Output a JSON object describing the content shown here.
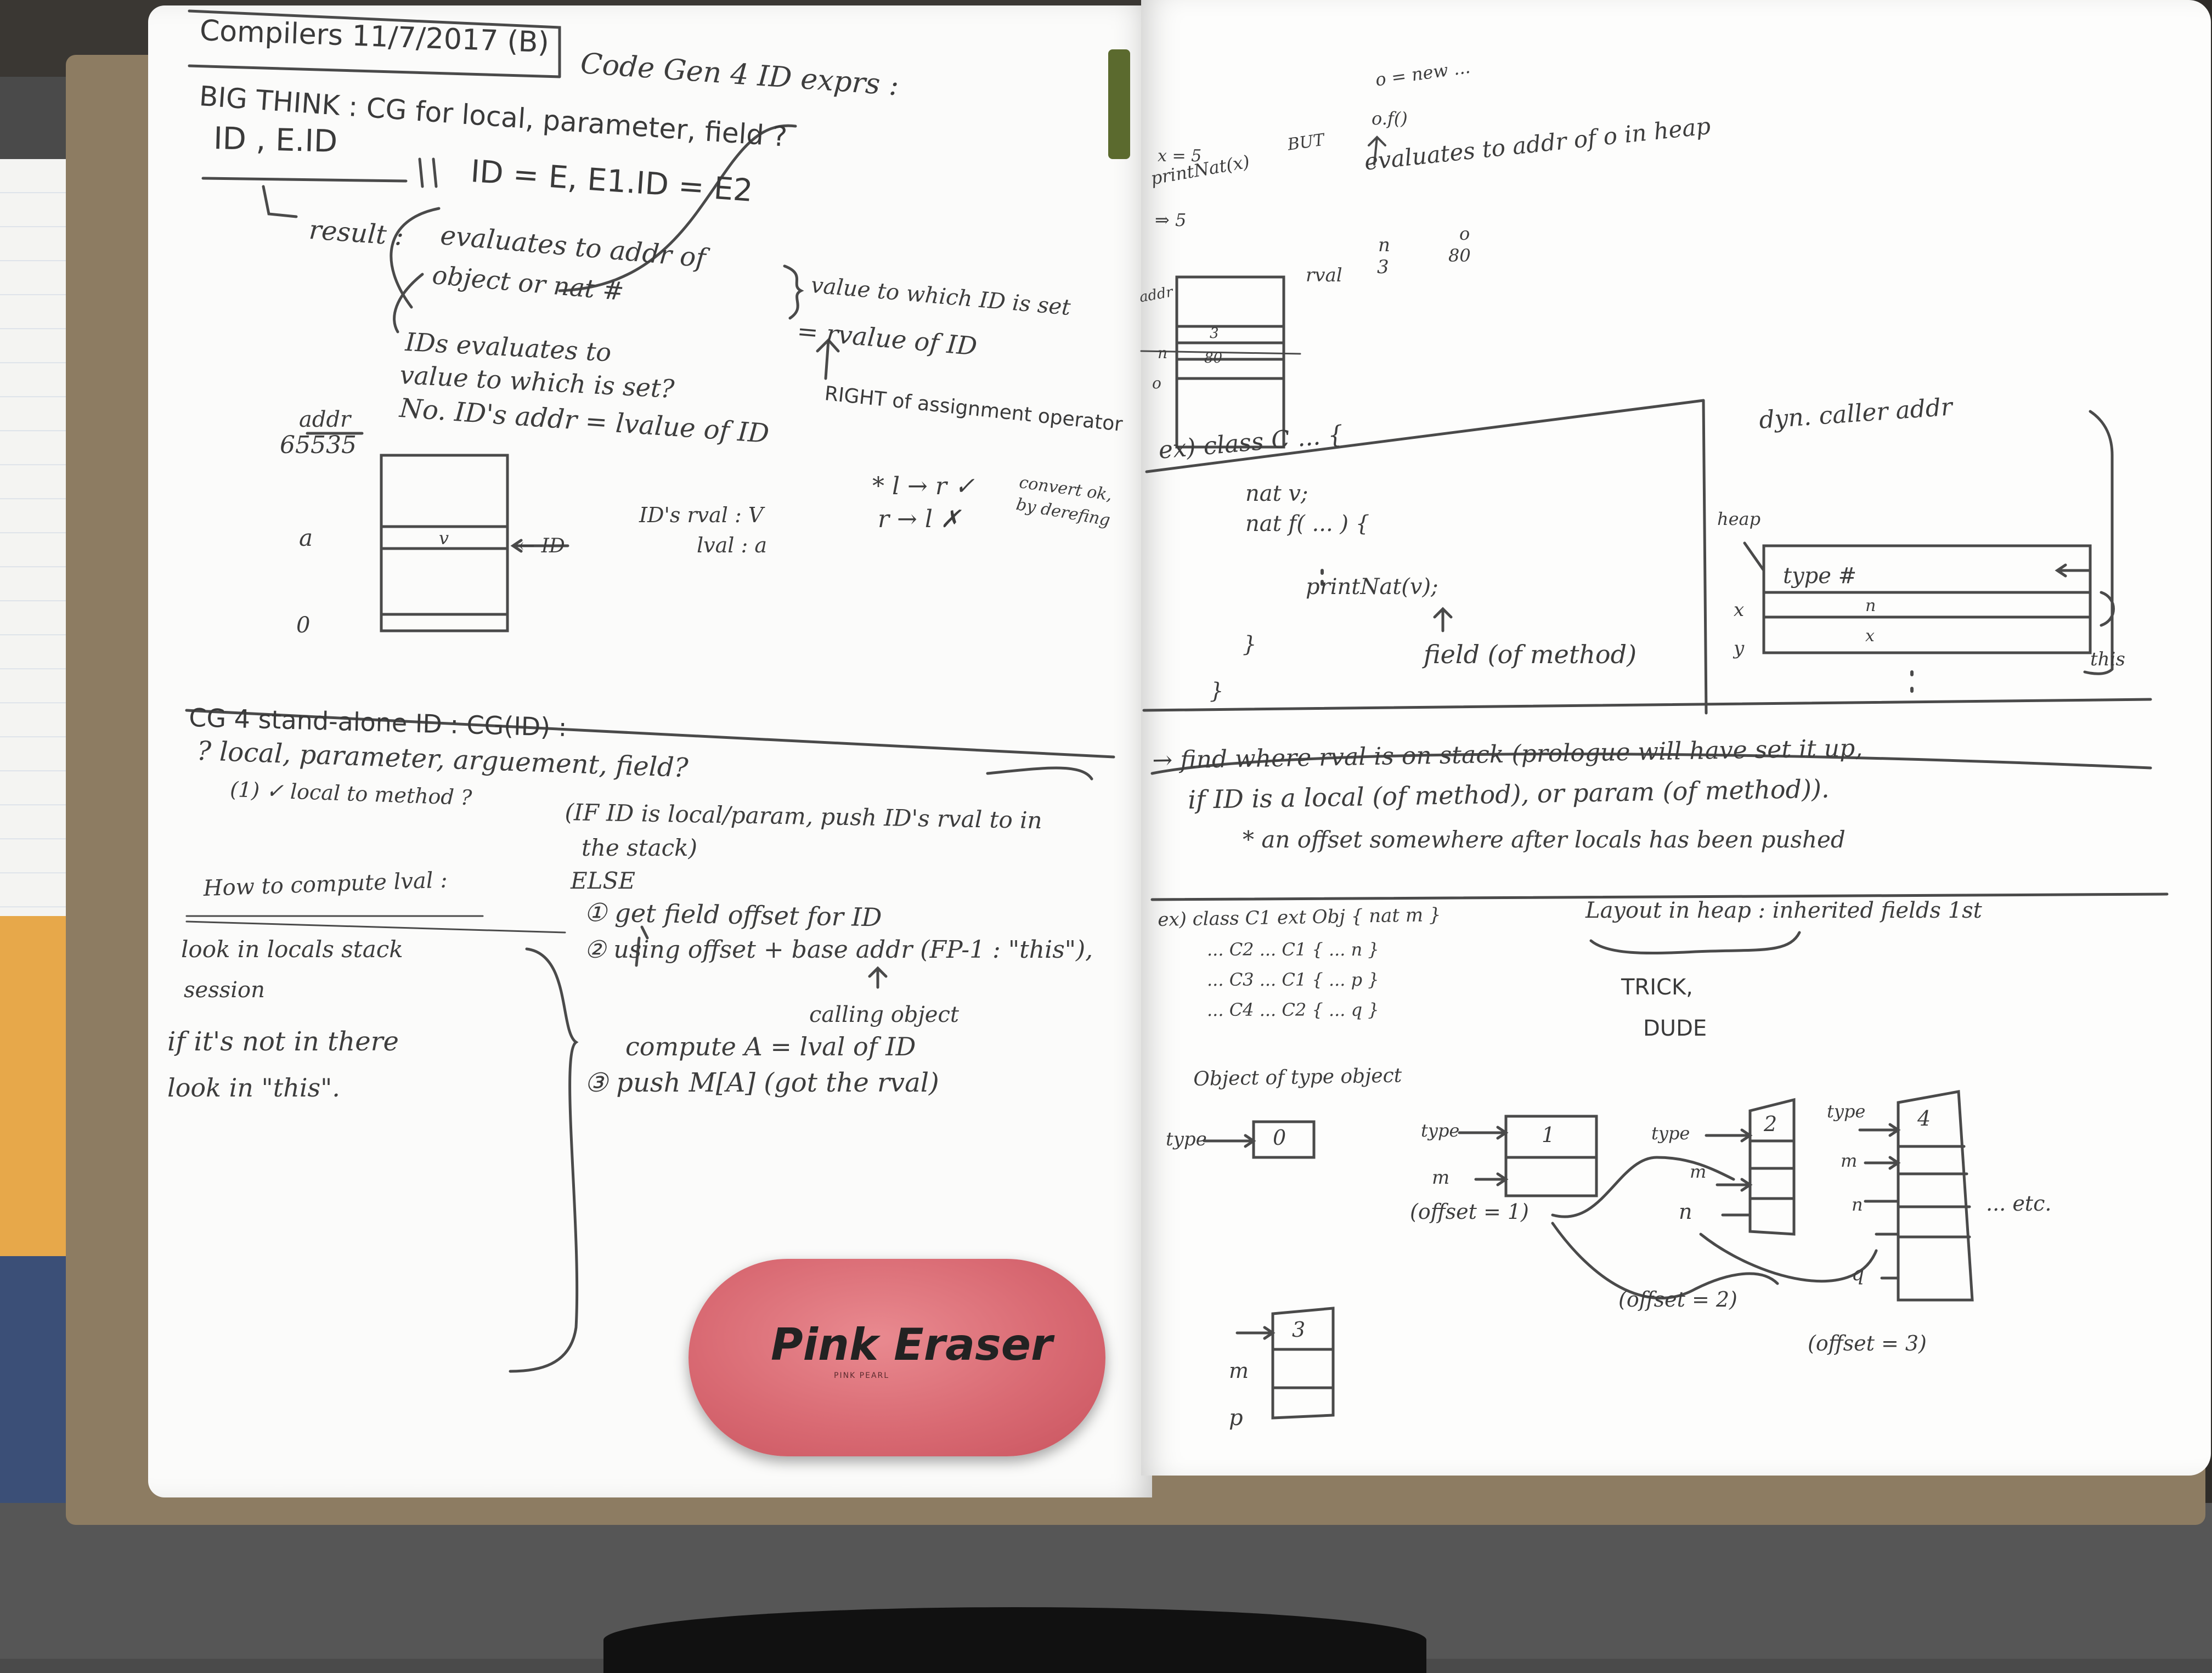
{
  "left_page": {
    "header_box": "Compilers 11/7/2017 (B)",
    "title": "Code Gen 4 ID exprs :",
    "big_think": "BIG THINK : CG for local, parameter, field ?",
    "id_eid": "ID , E.ID",
    "id_eq": "ID = E, E1.ID = E2",
    "result_label": "result :",
    "result_text_1": "evaluates to addr of",
    "result_text_2": "object or nat #",
    "value_to_which_1": "value to which ID is set",
    "value_to_which_2": "= rvalue of ID",
    "right_of": "RIGHT of assignment operator",
    "ids_eval_1": "IDs evaluates to",
    "ids_eval_2": "value to which is set?",
    "ids_eval_3": "No. ID's addr = lvalue of ID",
    "addr_label": "addr",
    "addr_65535": "65535",
    "addr_a": "a",
    "addr_0": "0",
    "cell_v": "v",
    "id_arrow_label": "← ID",
    "lr_1": "* l → r ✓",
    "lr_2": "r → l ✗",
    "convert_1": "convert ok,",
    "convert_2": "by derefing",
    "rval_line": "ID's rval : V",
    "lval_line": "lval : a",
    "cg_standalone": "CG 4 stand-alone ID : CG(ID) :",
    "local_params": "? local, parameter, arguement, field?",
    "local_to_method": "(1) ✓ local to method ?",
    "if_id_local_1": "(IF ID is local/param, push ID's rval to in",
    "if_id_local_2": "the stack)",
    "else": "ELSE",
    "step_1": "① get field offset for ID",
    "step_2": "② using offset + base addr (FP-1 : \"this\"),",
    "calling_object": "calling object",
    "compute_a": "compute A = lval of ID",
    "step_3": "③ push M[A] (got the rval)",
    "how_to": "How to compute lval :",
    "look_locals_1": "look in locals stack",
    "look_locals_2": "session",
    "not_there_1": "if it's not in there",
    "not_there_2": "look in \"this\"."
  },
  "right_page": {
    "new_line": "o = new ...",
    "of_line": "o.f()",
    "x5": "x = 5",
    "print_x": "printNat(x)",
    "but": "BUT",
    "down5": "⇒ 5",
    "eval_addr": "evaluates to addr of o in heap",
    "addr_lbl": "addr",
    "n_lbl": "n",
    "o_lbl": "o",
    "cell_3": "3",
    "cell_80": "80",
    "rval_lbl": "rval",
    "rval_n": "n",
    "rval_3": "3",
    "rval_o": "o",
    "rval_80": "80",
    "class_ex_1": "ex) class C ... {",
    "class_ex_2": "nat v;",
    "class_ex_3": "nat f( ... ) {",
    "class_ex_4": "printNat(v);",
    "class_ex_5": "}",
    "class_ex_6": "}",
    "field_of_method": "field (of method)",
    "dyn_caller": "dyn. caller addr",
    "heap_lbl": "heap",
    "type_hash": "type #",
    "x_lbl": "x",
    "y_lbl": "y",
    "heap_n": "n",
    "heap_x": "x",
    "this_lbl": "this",
    "find_where_1": "→ find where rval is on stack (prologue will have set it up,",
    "find_where_2": "if ID is a local (of method), or param (of method)).",
    "find_where_3": "* an offset somewhere after locals has been pushed",
    "ex_classes": [
      "ex) class C1 ext Obj { nat m }",
      "... C2 ... C1 { ... n }",
      "... C3 ... C1 { ... p }",
      "... C4 ... C2 { ... q }"
    ],
    "layout_heap": "Layout in heap : inherited fields 1st",
    "trick": "TRICK,",
    "dude": "DUDE",
    "object_of_type": "Object of type object",
    "type0_lbl": "type",
    "type0_val": "0",
    "type1_lbl": "type",
    "m1_lbl": "m",
    "box1_val": "1",
    "offset1": "(offset = 1)",
    "type2_lbl": "type",
    "m2_lbl": "m",
    "n2_lbl": "n",
    "box2_val": "2",
    "offset2": "(offset = 2)",
    "type4_lbl": "type",
    "m4_lbl": "m",
    "n4_lbl": "n",
    "q4_lbl": "q",
    "box4_val": "4",
    "etc": "... etc.",
    "offset3": "(offset = 3)",
    "box3_val": "3",
    "m3_lbl": "m",
    "p3_lbl": "p"
  },
  "eraser": {
    "brand": "Pink Eraser",
    "sub": "PINK PEARL"
  }
}
